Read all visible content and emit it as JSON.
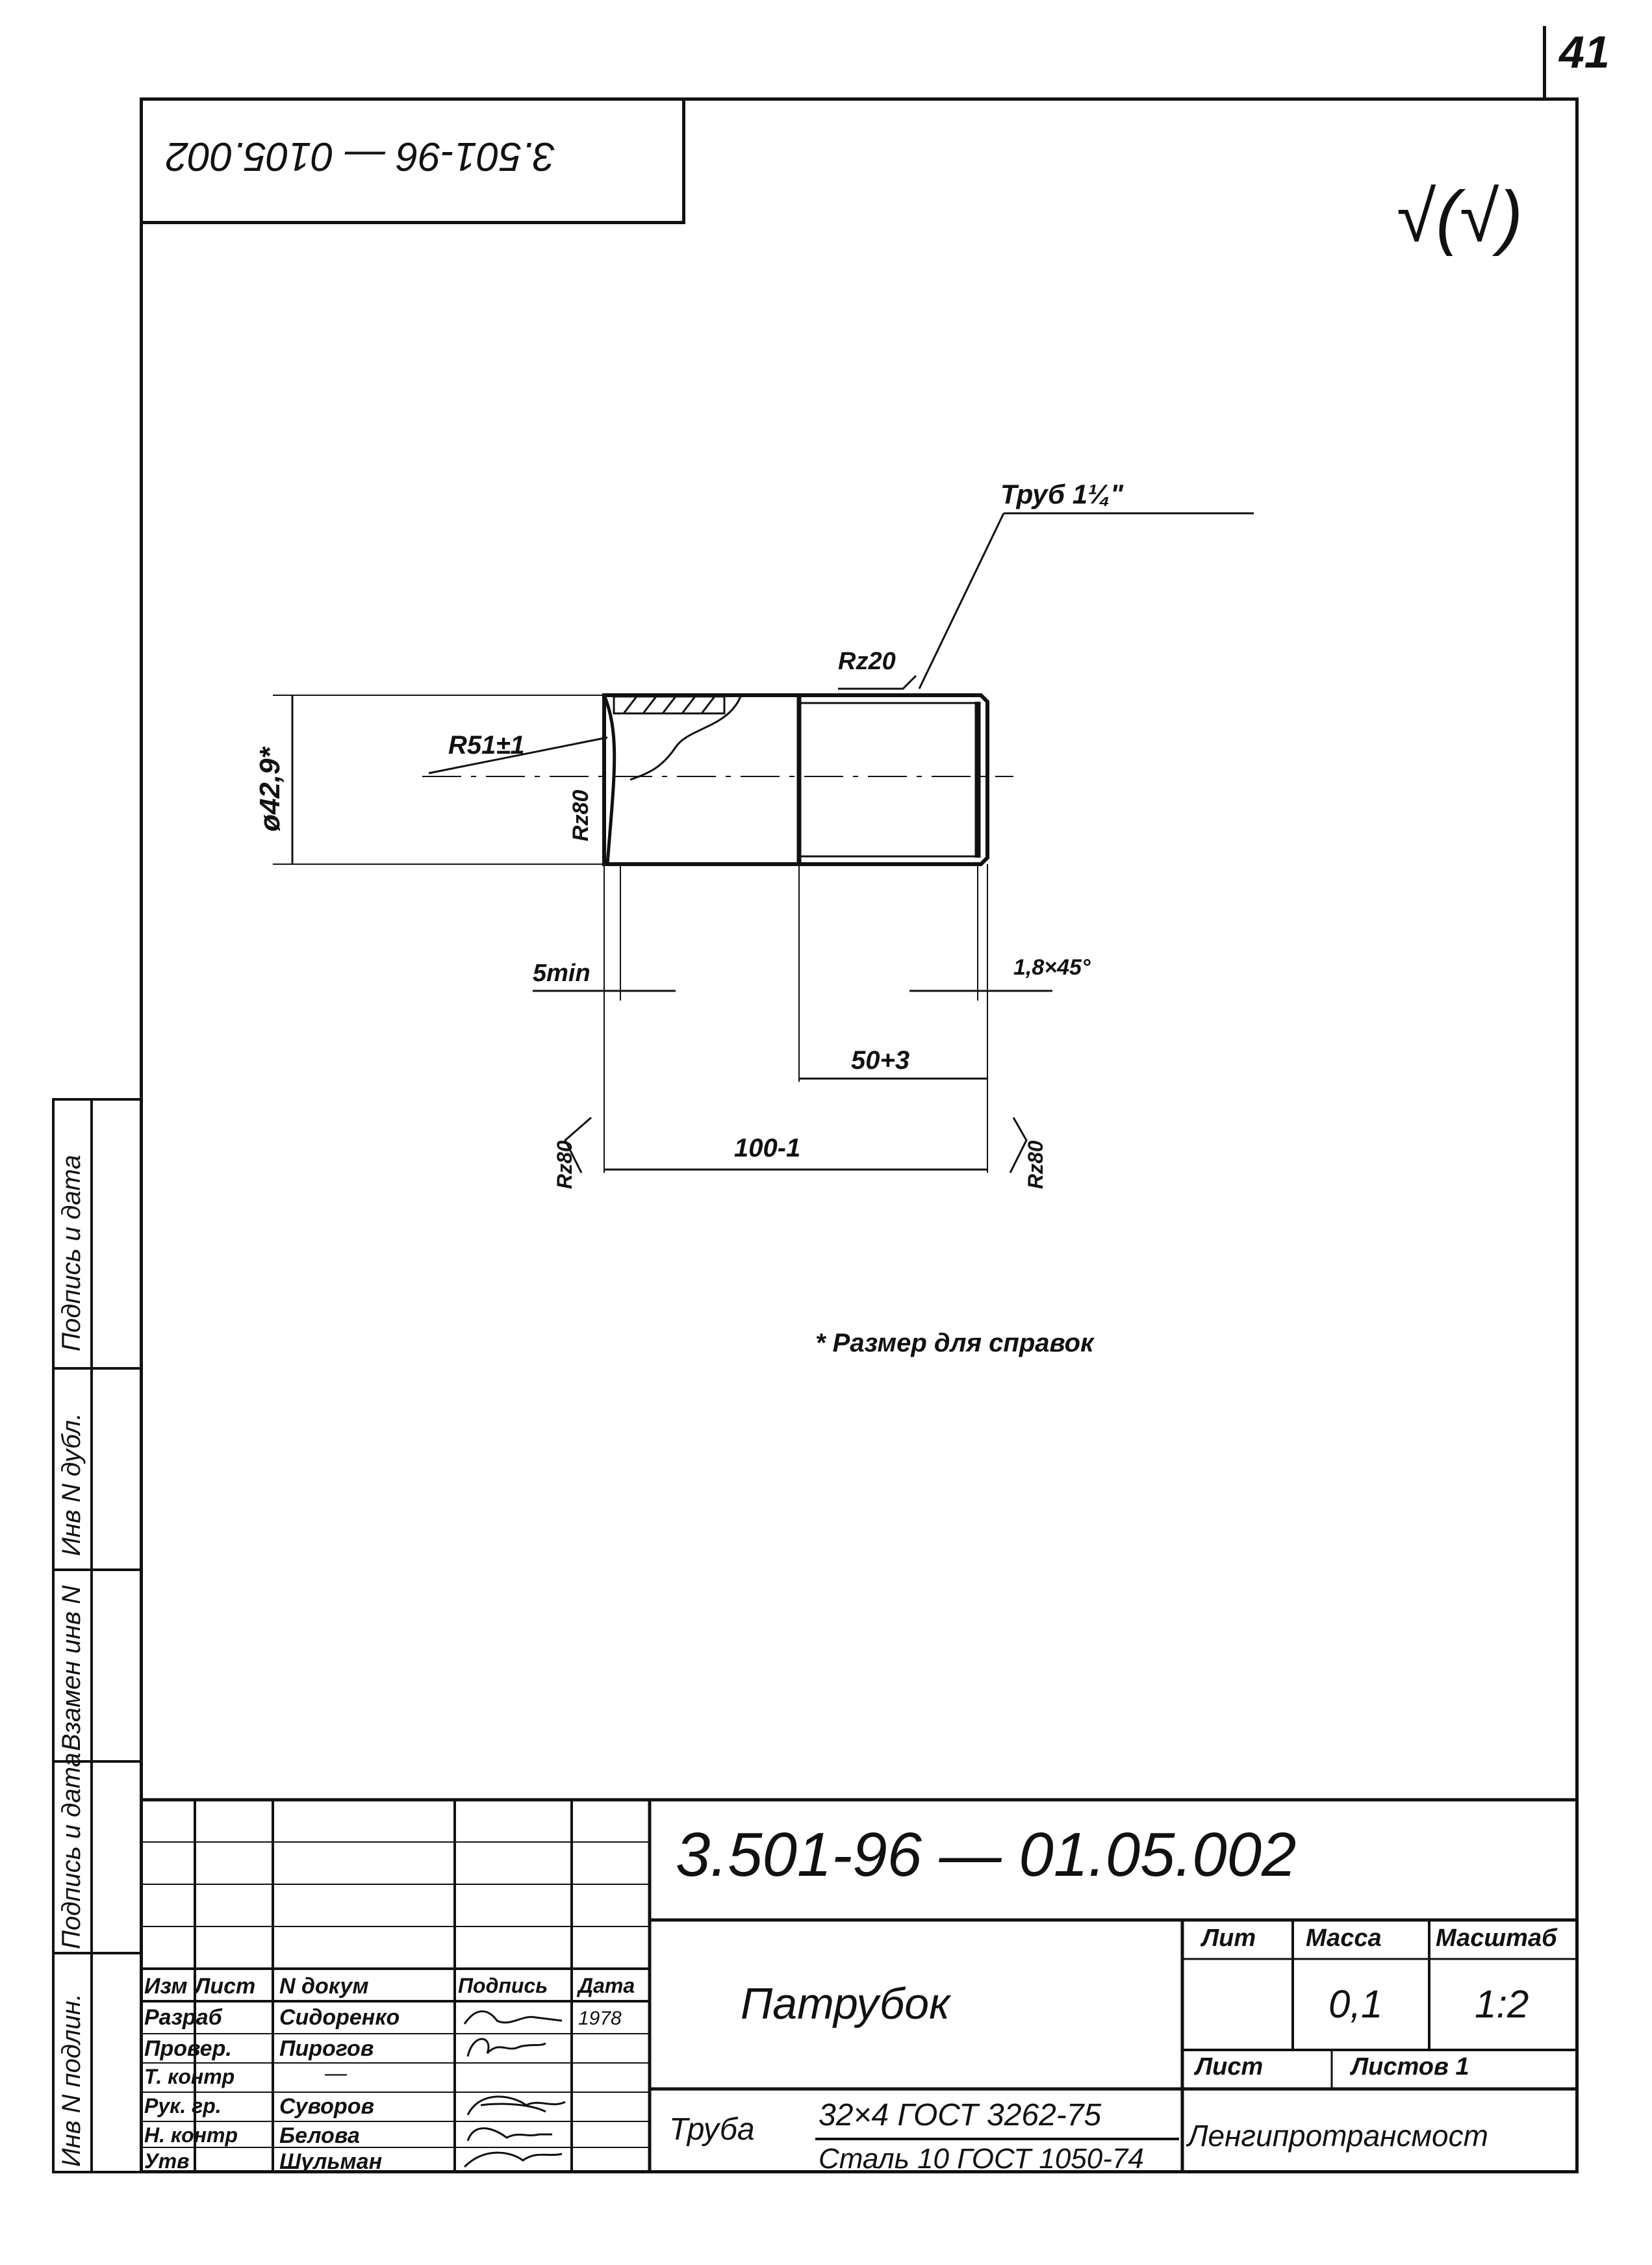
{
  "page_number": "41",
  "mirrored_code": "3.501-96 — 0105.002",
  "roughness_mark": "√(√)",
  "drawing": {
    "pipe_callout": "Труб 1¼\"",
    "roughness_top": "Rz20",
    "radius": "R51±1",
    "diameter": "ø42,9*",
    "roughness_inner": "Rz80",
    "dim_5": "5min",
    "chamfer": "1,8×45°",
    "dim_50": "50+3",
    "dim_100": "100-1",
    "roughness_left": "Rz80",
    "roughness_right": "Rz80",
    "note": "* Размер для справок"
  },
  "side_labels": {
    "inv_podl": "Инв N подлин.",
    "podpis_data_1": "Подпись и дата",
    "vzamen": "Взамен инв N",
    "inv_dubl": "Инв N дубл.",
    "podpis_data_2": "Подпись и дата"
  },
  "title_block": {
    "code": "3.501-96 — 01.05.002",
    "name": "Патрубок",
    "header": {
      "izm": "Изм",
      "list": "Лист",
      "ndokum": "N докум",
      "podpis": "Подпись",
      "data": "Дата"
    },
    "roles": [
      {
        "role": "Разраб",
        "name": "Сидоренко",
        "date": "1978"
      },
      {
        "role": "Провер.",
        "name": "Пирогов",
        "date": ""
      },
      {
        "role": "Т. контр",
        "name": "—",
        "date": ""
      },
      {
        "role": "Рук. гр.",
        "name": "Суворов",
        "date": ""
      },
      {
        "role": "Н. контр",
        "name": "Белова",
        "date": ""
      },
      {
        "role": "Утв",
        "name": "Шульман",
        "date": ""
      }
    ],
    "lit_label": "Лит",
    "mass_label": "Масса",
    "scale_label": "Масштаб",
    "mass_value": "0,1",
    "scale_value": "1:2",
    "sheet_label": "Лист",
    "sheets_label": "Листов 1",
    "material_prefix": "Труба",
    "material_top": "32×4 ГОСТ 3262-75",
    "material_bottom": "Сталь 10 ГОСТ 1050-74",
    "organization": "Ленгипротрансмост"
  }
}
